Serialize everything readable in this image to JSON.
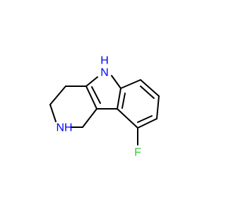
{
  "molecule": {
    "atoms": {
      "nh_indole": {
        "element": "N",
        "label": "N",
        "sublabel": "H",
        "color": "#0000ff"
      },
      "nh_ring": {
        "element": "N",
        "label": "NH",
        "color": "#0000ff"
      },
      "fluorine": {
        "element": "F",
        "label": "F",
        "color": "#33cc33"
      }
    },
    "bond_color": "#000000"
  }
}
